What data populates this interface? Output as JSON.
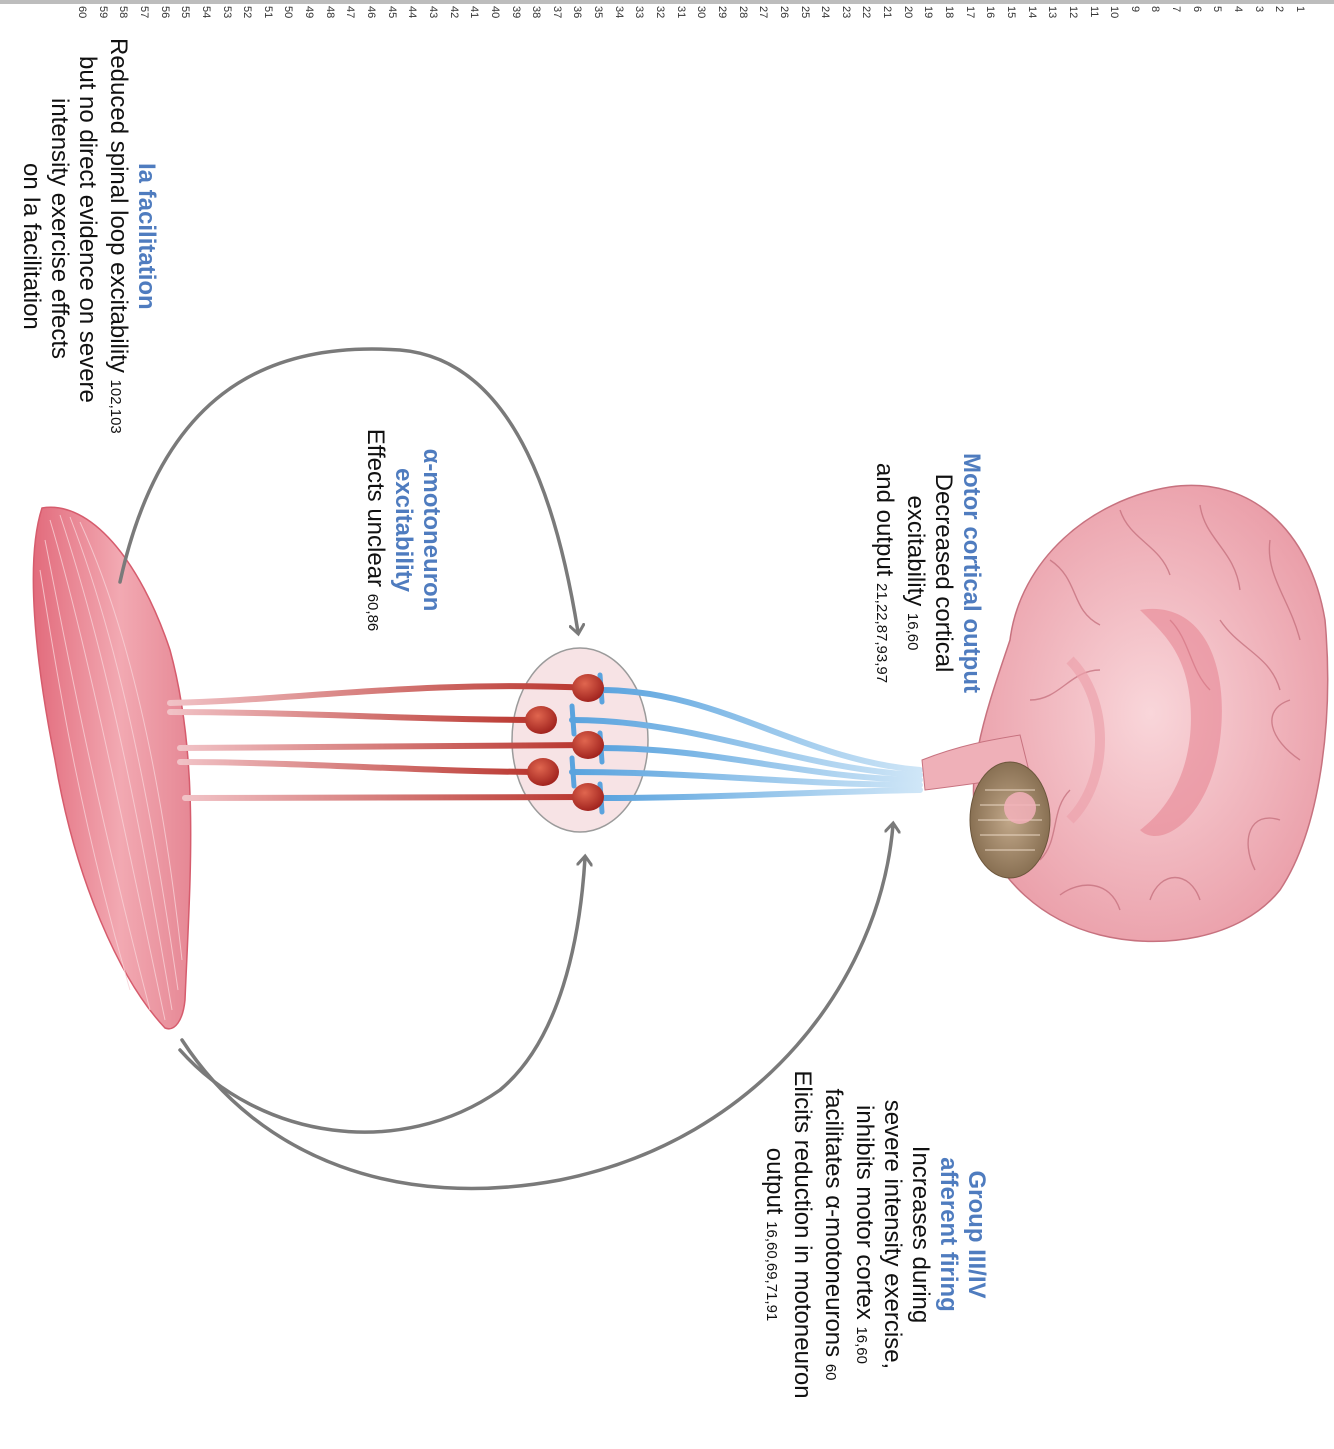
{
  "line_numbers": [
    "1",
    "2",
    "3",
    "4",
    "5",
    "6",
    "7",
    "8",
    "9",
    "10",
    "11",
    "12",
    "13",
    "14",
    "15",
    "16",
    "17",
    "18",
    "19",
    "20",
    "21",
    "22",
    "23",
    "24",
    "25",
    "26",
    "27",
    "28",
    "29",
    "30",
    "31",
    "32",
    "33",
    "34",
    "35",
    "36",
    "37",
    "38",
    "39",
    "40",
    "41",
    "42",
    "43",
    "44",
    "45",
    "46",
    "47",
    "48",
    "49",
    "50",
    "51",
    "52",
    "53",
    "54",
    "55",
    "56",
    "57",
    "58",
    "59",
    "60"
  ],
  "motor_cortical": {
    "heading": "Motor cortical output",
    "line1": "Decreased cortical",
    "line2": "excitability",
    "ref2": "16,60",
    "line3": "and output",
    "ref3": "21,22,87,93,97"
  },
  "alpha_motoneuron": {
    "heading1": "α-motoneuron",
    "heading2": "excitability",
    "line1": "Effects unclear",
    "ref1": "60,86"
  },
  "ia_facilitation": {
    "heading": "Ia facilitation",
    "line1": "Reduced spinal loop excitability",
    "ref1": "102,103",
    "line2": "but no direct evidence on severe",
    "line3": "intensity exercise effects",
    "line4": "on Ia facilitation"
  },
  "group_afferent": {
    "heading1": "Group III/IV",
    "heading2": "afferent firing",
    "line1": "Increases during",
    "line2": "severe intensity exercise,",
    "line3": "inhibits motor cortex",
    "ref3": "16,60",
    "line4": "facilitates α-motoneurons",
    "ref4": "60",
    "line5": "Elicits reduction in motoneuron",
    "line6": "output",
    "ref6": "16,60,69,71,91"
  },
  "colors": {
    "heading": "#4f7cbf",
    "arrow": "#7a7a7a",
    "muscle": "#e37f8c",
    "neuron_red": "#b8332b",
    "neuron_blue": "#8fc3ea",
    "brain": "#efaab3"
  }
}
